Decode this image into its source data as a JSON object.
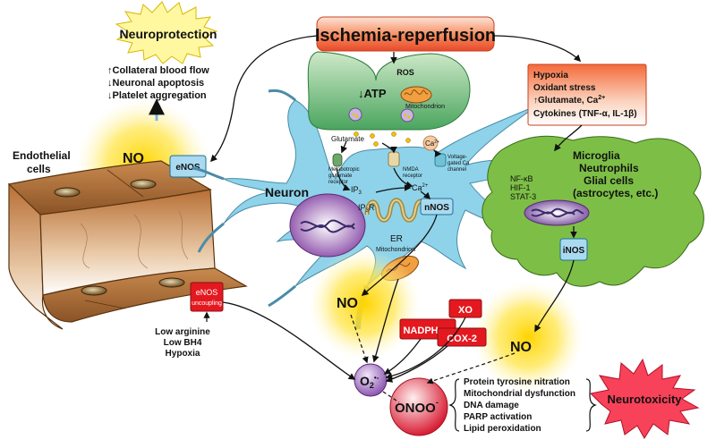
{
  "header": {
    "title": "Ischemia-reperfusion"
  },
  "neuroprotection": {
    "title": "Neuroprotection",
    "items": [
      {
        "arrow": "↑",
        "text": "Collateral blood flow"
      },
      {
        "arrow": "↓",
        "text": "Neuronal apoptosis"
      },
      {
        "arrow": "↓",
        "text": "Platelet aggregation"
      }
    ]
  },
  "endothelium": {
    "label_line1": "Endothelial",
    "label_line2": "cells",
    "no_label": "NO",
    "enos": "eNOS",
    "uncoupling_line1": "eNOS",
    "uncoupling_line2": "uncoupling",
    "causes": [
      "Low arginine",
      "Low BH4",
      "Hypoxia"
    ]
  },
  "presynaptic": {
    "ros": "ROS",
    "atp_arrow": "↓",
    "atp": "ATP",
    "mitochondrion": "Mitochondrion",
    "glutamate": "Glutamate"
  },
  "neuron": {
    "label": "Neuron",
    "metabotropic": [
      "Metabotropic",
      "glutamate",
      "receptor"
    ],
    "nmda": [
      "NMDA",
      "receptor"
    ],
    "vgcc": [
      "Voltage-",
      "gated Ca",
      "channel"
    ],
    "ca_ion": "Ca",
    "ca_sup": "2+",
    "ip3": "IP",
    "ip3_sub": "3",
    "ip3r": "IP",
    "ip3r_sub": "3",
    "ip3r_tail": "R",
    "er": "ER",
    "nnos": "nNOS",
    "mito": "Mitochondrion",
    "no": "NO"
  },
  "stress": {
    "line1": "Hypoxia",
    "line2": "Oxidant stress",
    "line3_arrow": "↑",
    "line3": "Glutamate, Ca",
    "line3_sup": "2+",
    "line4": "Cytokines (TNF-α, IL-1β)"
  },
  "glia": {
    "line1": "Microglia",
    "line2": "Neutrophils",
    "line3": "Glial cells",
    "line4": "(astrocytes, etc.)",
    "tf": [
      "NF-κB",
      "HIF-1",
      "STAT-3"
    ],
    "inos": "iNOS",
    "no": "NO"
  },
  "enzymes": {
    "xo": "XO",
    "nadph": "NADPH ox",
    "cox2": "COX-2"
  },
  "products": {
    "superoxide": "O",
    "superoxide_sub": "2",
    "superoxide_sup": "•-",
    "peroxynitrite": "ONOO",
    "peroxynitrite_sup": "-"
  },
  "effects": [
    "Protein tyrosine nitration",
    "Mitochondrial dysfunction",
    "DNA damage",
    "PARP activation",
    "Lipid peroxidation"
  ],
  "neurotoxicity": {
    "label": "Neurotoxicity"
  },
  "colors": {
    "title_bar": "#f26a3a",
    "red_box": "#e3191f",
    "blue_box": "#a9daf0",
    "neuron": "#8fd3ea",
    "glia": "#7dbf46",
    "no_glow": "#ffd400",
    "superoxide": "#9d6dbd",
    "peroxynitrite": "#e4233c"
  }
}
